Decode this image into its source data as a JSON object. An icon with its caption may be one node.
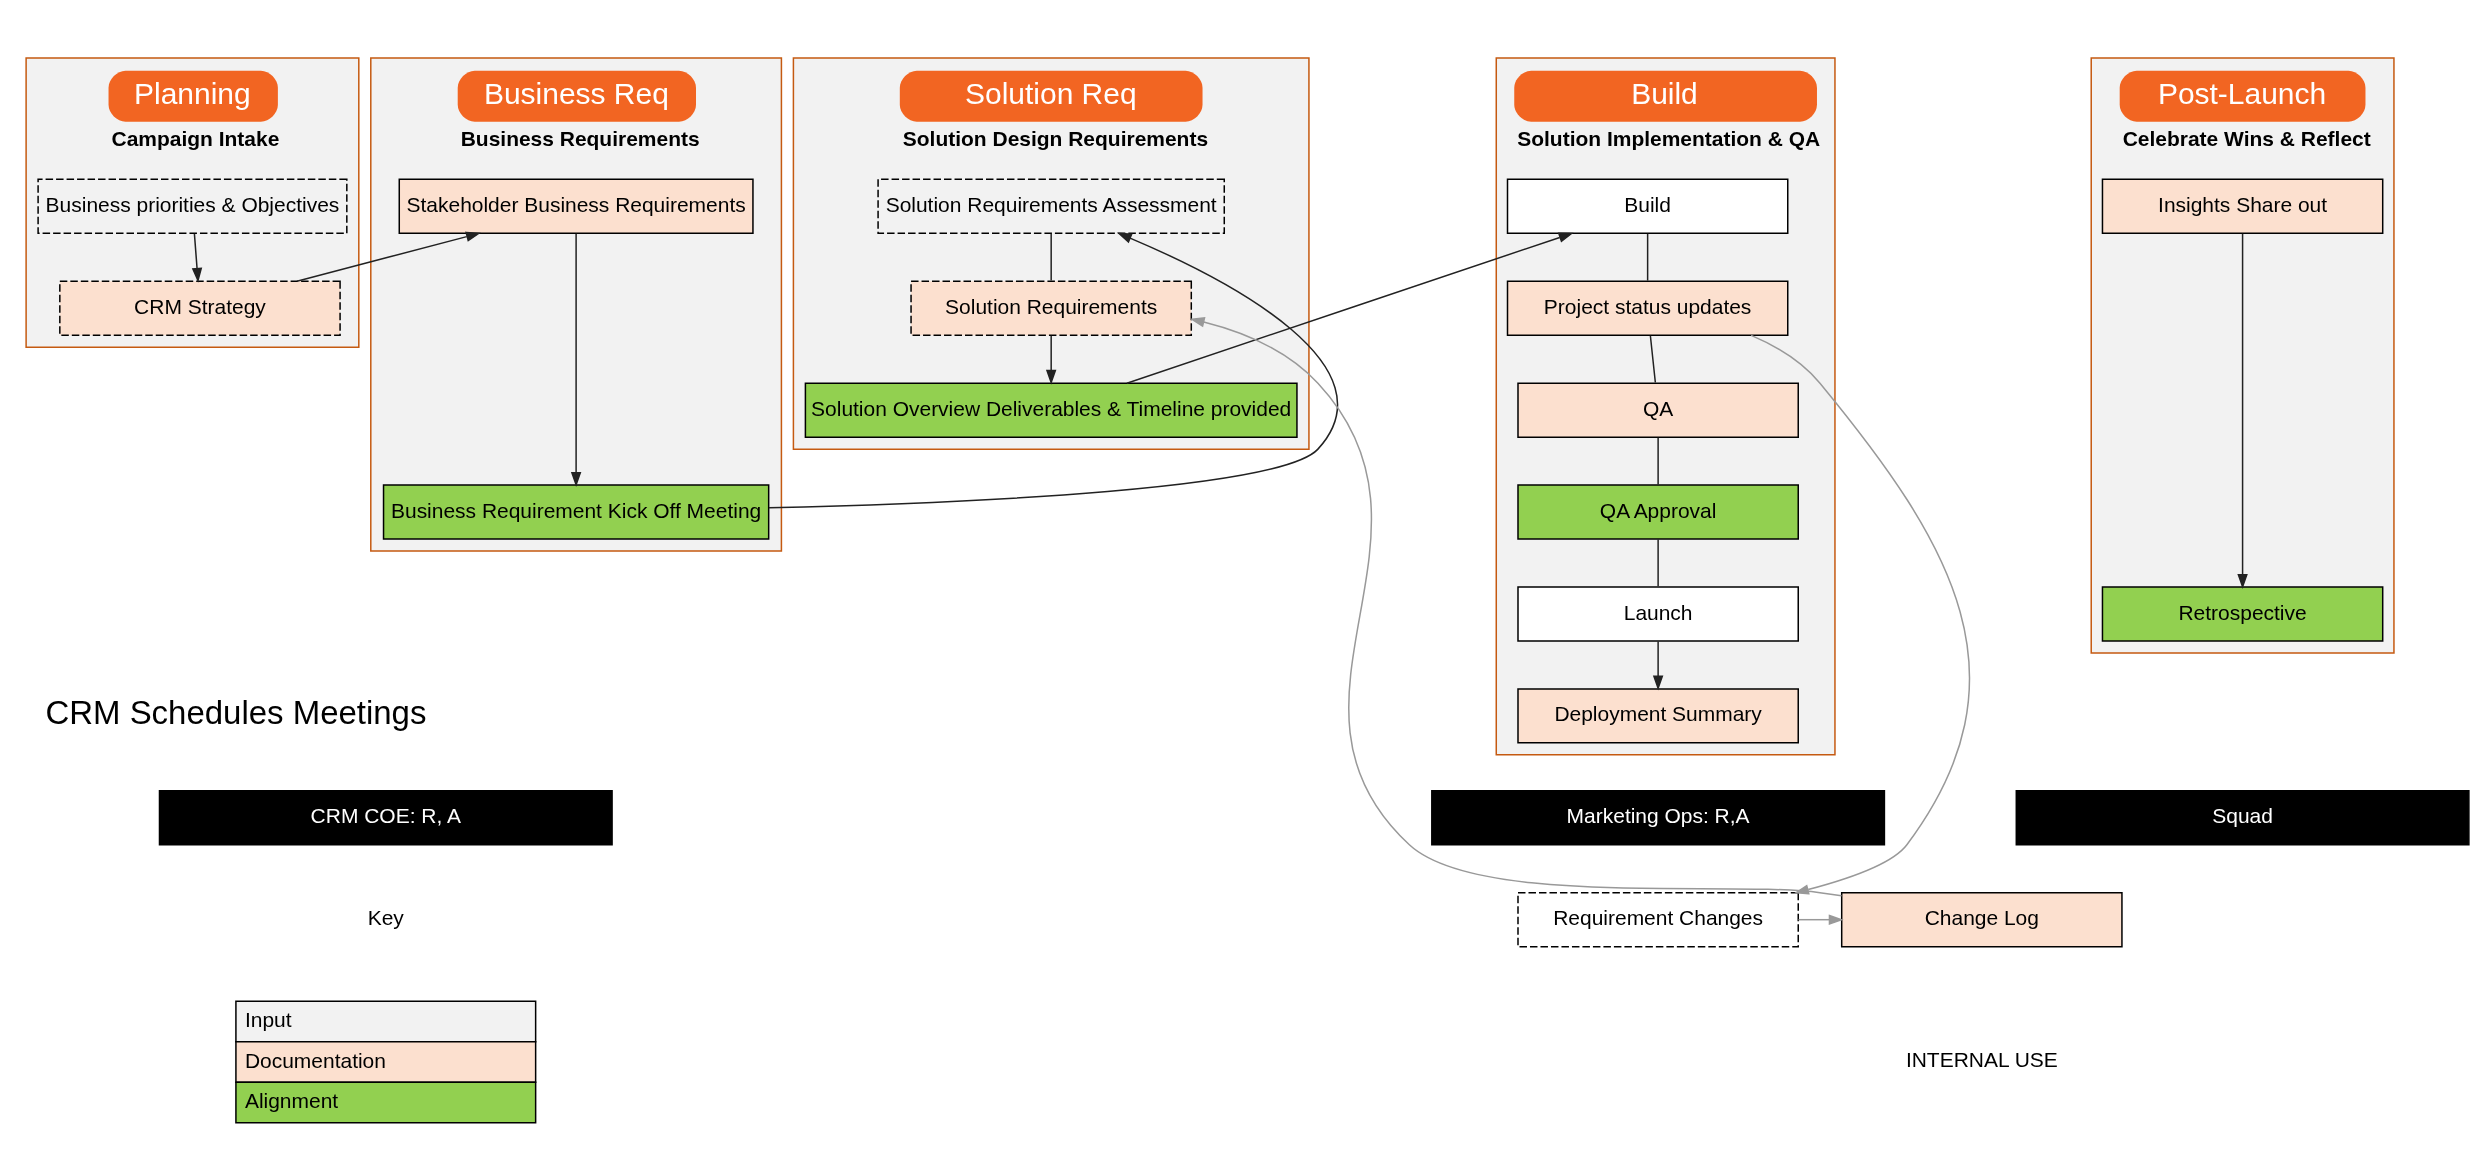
{
  "diagram": {
    "nodes": [
      {
        "text": [
          "Planning",
          "Campaign Intake"
        ]
      },
      {
        "text": [
          "Business priorities & Objectives"
        ],
        "in": 0
      },
      {
        "text": [
          "CRM Strategy"
        ],
        "in": 0
      },
      {
        "text": [
          "Business Req",
          "Business Requirements"
        ]
      },
      {
        "text": [
          "Stakeholder Business Requirements"
        ],
        "in": 3
      },
      {
        "text": [
          "Business Requirement Kick Off Meeting"
        ],
        "in": 3
      },
      {
        "text": [
          "Solution Req",
          "Solution Design Requirements"
        ]
      },
      {
        "text": [
          "Solution Requirements Assessment"
        ],
        "in": 6
      },
      {
        "text": [
          "Solution Requirements"
        ],
        "in": 6
      },
      {
        "text": [
          "Solution Overview Deliverables & Timeline provided"
        ],
        "in": 6
      },
      {
        "text": [
          "Build",
          "Solution Implementation & QA"
        ]
      },
      {
        "text": [
          "Build"
        ],
        "in": 10
      },
      {
        "text": [
          "Project status updates"
        ],
        "in": 10
      },
      {
        "text": [
          "QA"
        ],
        "in": 10
      },
      {
        "text": [
          "QA Approval"
        ],
        "in": 10
      },
      {
        "text": [
          "Launch"
        ],
        "in": 10
      },
      {
        "text": [
          "Deployment Summary"
        ],
        "in": 10
      },
      {
        "text": [
          "Post-Launch",
          "Celebrate Wins & Reflect"
        ]
      },
      {
        "text": [
          "Insights Share out"
        ],
        "in": 17
      },
      {
        "text": [
          "Retrospective"
        ],
        "in": 17
      },
      {
        "text": [
          "CRM COE: R, A"
        ]
      },
      {
        "text": [
          "Marketing Ops: R,A"
        ]
      },
      {
        "text": [
          "Squad"
        ]
      },
      {
        "text": [
          "Requirement Changes"
        ]
      },
      {
        "text": [
          "Change Log"
        ]
      }
    ],
    "edges": [
      {
        "from": 1,
        "to": 2,
        "arrow": "to"
      },
      {
        "from": 2,
        "to": 4,
        "arrow": "to"
      },
      {
        "from": 4,
        "to": 5,
        "arrow": "to"
      },
      {
        "from": 5,
        "to": 7,
        "arrow": "to"
      },
      {
        "from": 7,
        "to": 8,
        "arrow": "none"
      },
      {
        "from": 8,
        "to": 9,
        "arrow": "to"
      },
      {
        "from": 9,
        "to": 11,
        "arrow": "to"
      },
      {
        "from": 11,
        "to": 12,
        "arrow": "none"
      },
      {
        "from": 12,
        "to": 13,
        "arrow": "none"
      },
      {
        "from": 13,
        "to": 14,
        "arrow": "none"
      },
      {
        "from": 14,
        "to": 15,
        "arrow": "none"
      },
      {
        "from": 15,
        "to": 16,
        "arrow": "to"
      },
      {
        "from": 18,
        "to": 19,
        "arrow": "to"
      },
      {
        "from": 12,
        "to": 23,
        "arrow": "to",
        "color": "#999999"
      },
      {
        "from": 23,
        "to": 24,
        "arrow": "to",
        "color": "#999999"
      },
      {
        "from": 24,
        "to": 8,
        "arrow": "to",
        "color": "#999999"
      }
    ],
    "labels": [
      "CRM Schedules Meetings",
      "Key",
      "INTERNAL USE"
    ],
    "legend": [
      {
        "text": "Input",
        "color": "#f2f2f2"
      },
      {
        "text": "Documentation",
        "color": "#fce0cf"
      },
      {
        "text": "Alignment",
        "color": "#92d050"
      }
    ]
  }
}
